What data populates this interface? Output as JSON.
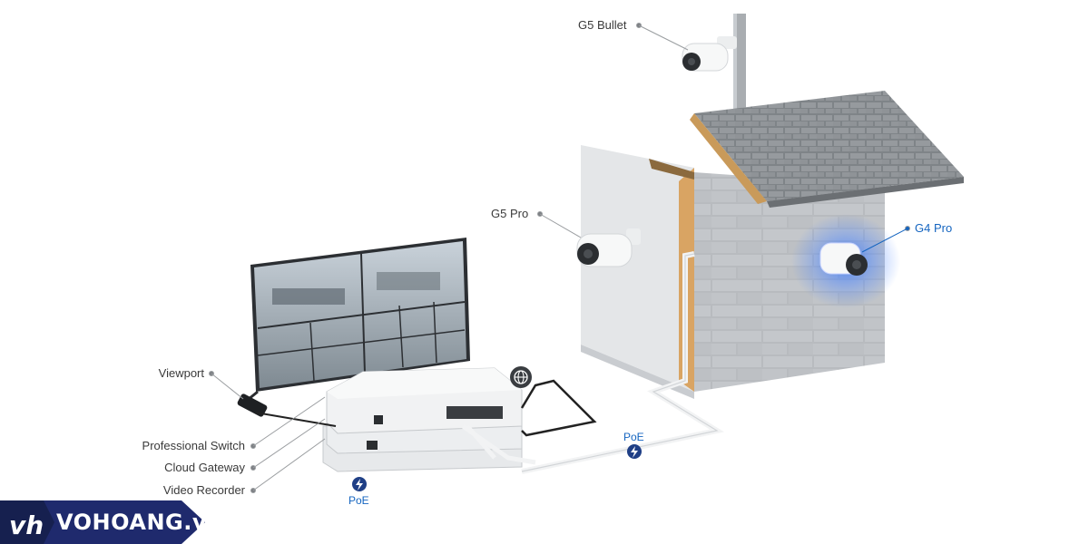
{
  "labels": {
    "g5_bullet": "G5 Bullet",
    "g5_pro": "G5 Pro",
    "g4_pro": "G4 Pro",
    "viewport": "Viewport",
    "professional_switch": "Professional Switch",
    "cloud_gateway": "Cloud Gateway",
    "video_recorder": "Video Recorder"
  },
  "poe": {
    "left": "PoE",
    "right": "PoE"
  },
  "brand": {
    "name": "VOHOANG.vn",
    "logo_mark": "vh"
  },
  "colors": {
    "accent": "#1565c0",
    "brand_bg": "#1f2a6d",
    "wall": "#b9bcc0",
    "roof": "#8e9296"
  }
}
